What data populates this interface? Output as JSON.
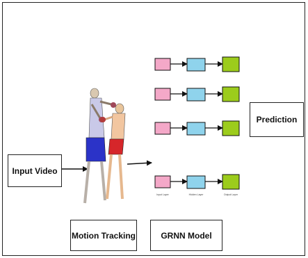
{
  "labels": {
    "input_video": "Input Video",
    "motion_tracking": "Motion Tracking",
    "grnn_model": "GRNN Model",
    "prediction": "Prediction"
  },
  "layer_labels": [
    "Input Layer",
    "Hidden Layer",
    "Output Layer"
  ],
  "colors": {
    "input_node": "#f4a8c8",
    "hidden_node": "#8fd3ec",
    "output_node": "#9ccc1c",
    "line": "#111111"
  }
}
